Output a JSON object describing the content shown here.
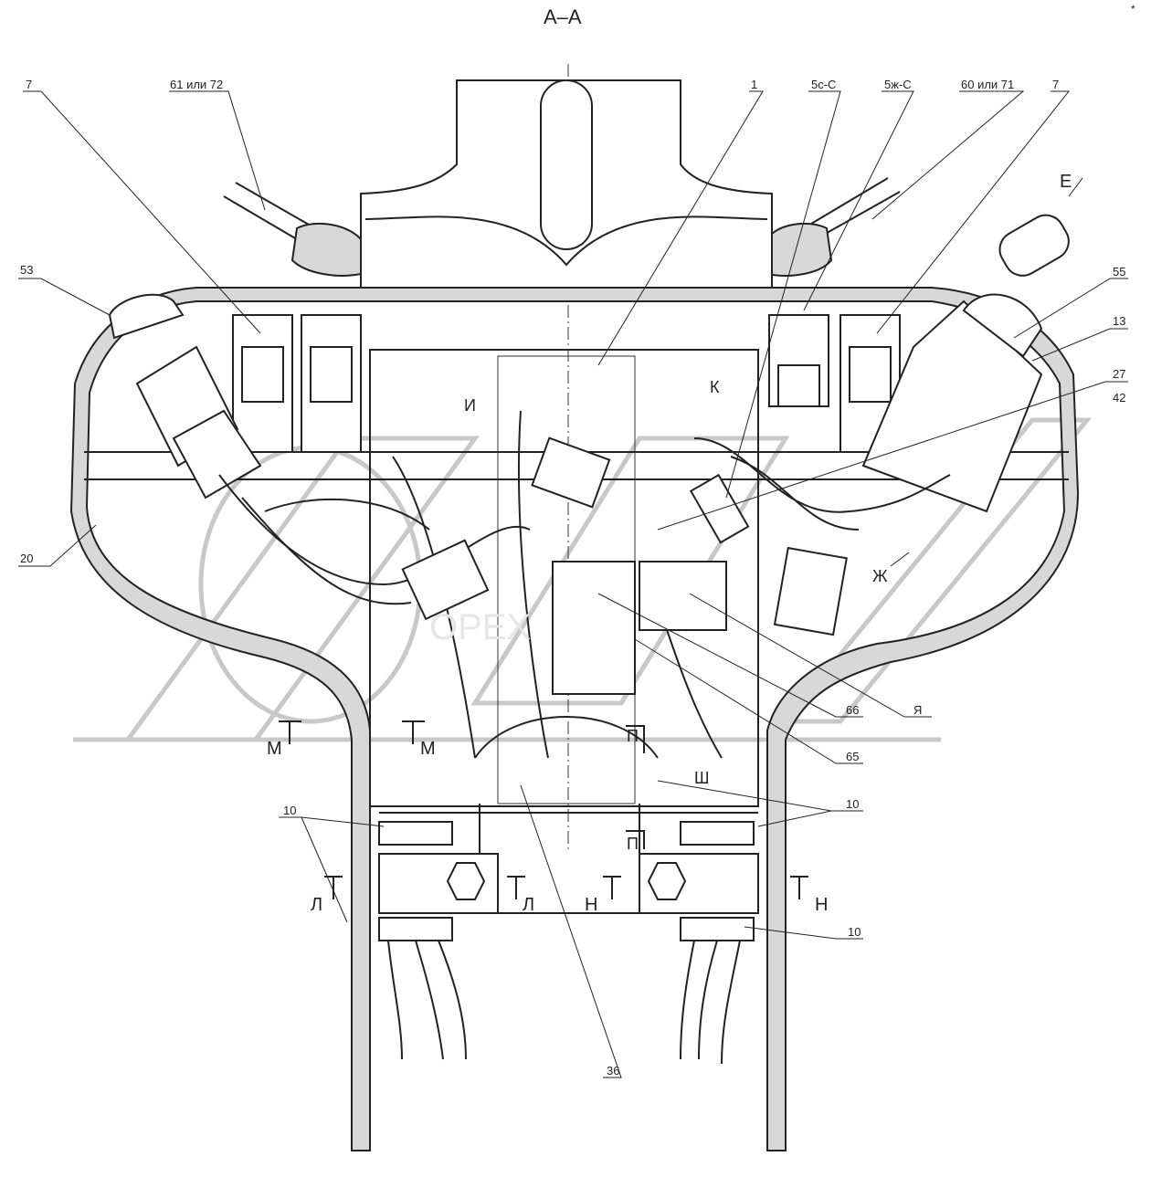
{
  "title": "А–А",
  "corner_mark": "*",
  "callouts": {
    "c7_left": "7",
    "c61": "61 или 72",
    "c1": "1",
    "c5c": "5с-С",
    "c5zh": "5ж-С",
    "c60": "60 или 71",
    "c7_right": "7",
    "c53": "53",
    "c55": "55",
    "c13": "13",
    "c27": "27",
    "c42": "42",
    "c20": "20",
    "c66": "66",
    "c_ya": "Я",
    "c65": "65",
    "c10_left": "10",
    "c10_right": "10",
    "c10_low": "10",
    "c36": "36"
  },
  "section_marks": {
    "e": "Е",
    "zh": "Ж",
    "i": "И",
    "k": "К",
    "m_left": "М",
    "m_right": "М",
    "p_top": "П",
    "p_bottom": "П",
    "sh": "Ш",
    "l_left": "Л",
    "l_right": "Л",
    "n_left": "Н",
    "n_right": "Н"
  },
  "watermark": "OPEX"
}
